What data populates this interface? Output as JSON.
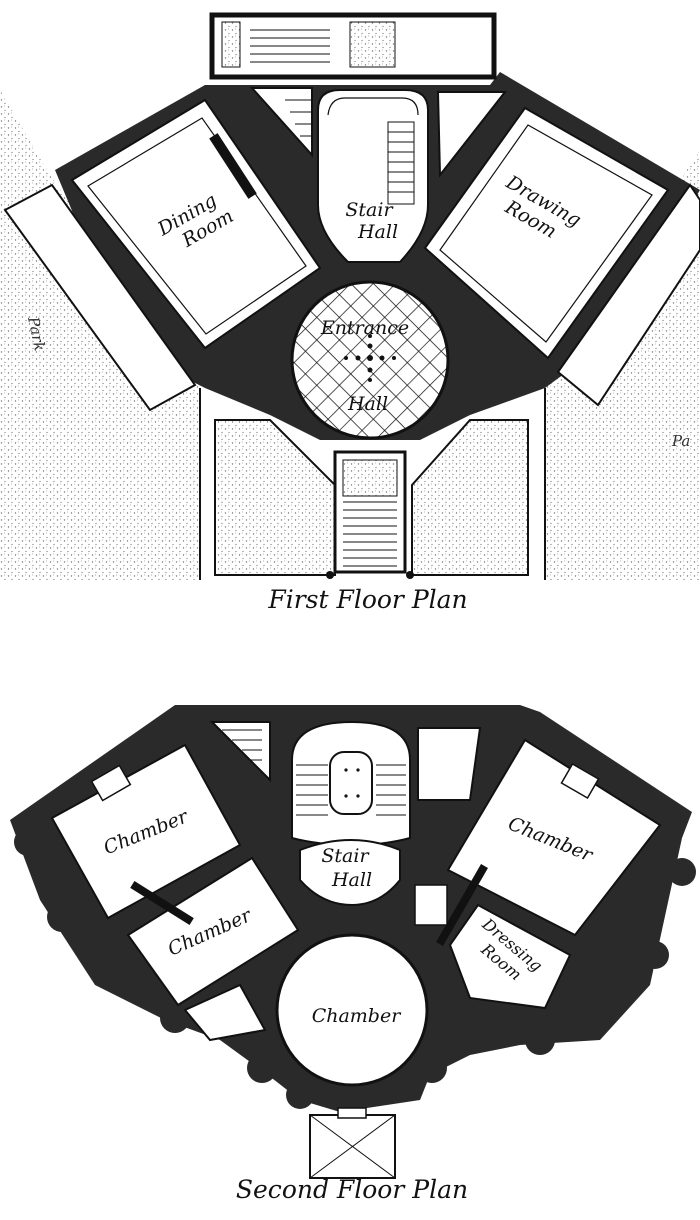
{
  "first_floor": {
    "caption": "First Floor Plan",
    "rooms": {
      "dining_room": [
        "Dining",
        "Room"
      ],
      "stair_hall": [
        "Stair",
        "Hall"
      ],
      "drawing_room": [
        "Drawing",
        "Room"
      ],
      "entrance_hall": [
        "Entrance",
        "Hall"
      ]
    },
    "park_labels": [
      "Park",
      "Pa"
    ]
  },
  "second_floor": {
    "caption": "Second Floor Plan",
    "rooms": {
      "chamber_upper_left": "Chamber",
      "chamber_lower_left": "Chamber",
      "stair_hall": [
        "Stair",
        "Hall"
      ],
      "chamber_right": "Chamber",
      "dressing_room": [
        "Dressing",
        "Room"
      ],
      "chamber_round": "Chamber"
    }
  },
  "colors": {
    "ink": "#111111",
    "paper": "#ffffff",
    "stipple": "#777777"
  }
}
